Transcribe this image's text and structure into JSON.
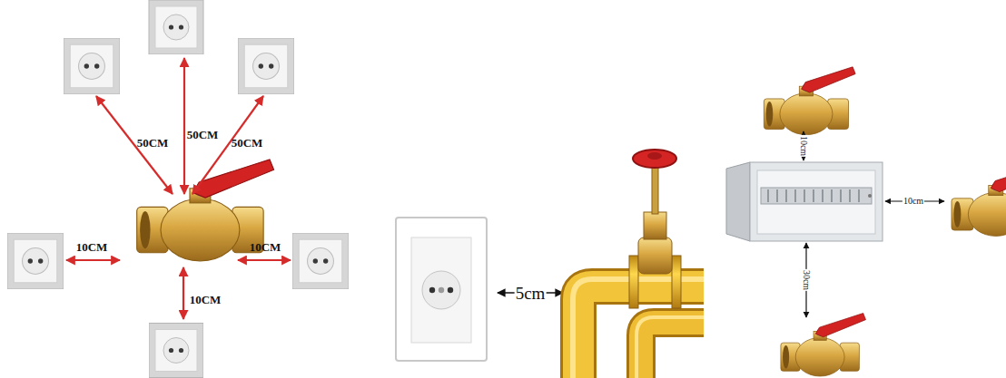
{
  "diagram": {
    "labels": [
      "50CM",
      "50CM",
      "50CM",
      "10CM",
      "10CM",
      "10CM",
      "5cm",
      "10cm",
      "10cm",
      "30cm"
    ]
  }
}
